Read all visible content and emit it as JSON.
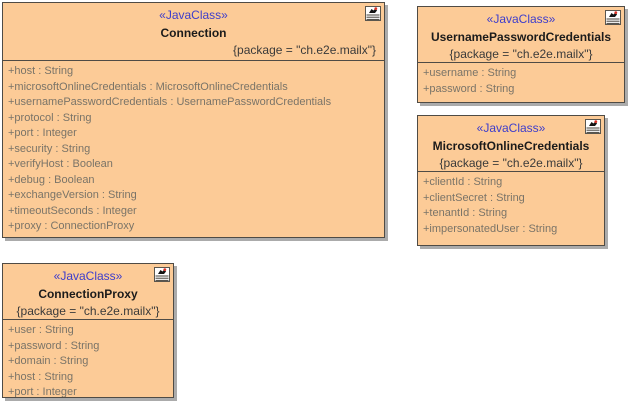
{
  "diagram": {
    "type": "uml-class-diagram",
    "colors": {
      "class_fill": "#FCCB97",
      "class_border": "#4F4B45",
      "drop_shadow": "#ABABAB",
      "stereotype_text": "#3D3DCC",
      "class_name_text": "#1B1B1B",
      "package_text": "#3A3A3A",
      "attribute_text": "#7A7468",
      "icon_accent_red": "#D93025"
    },
    "classes": [
      {
        "stereotype": "«JavaClass»",
        "name": "Connection",
        "package": "{package = \"ch.e2e.mailx\"}",
        "attributes": [
          "+host : String",
          "+microsoftOnlineCredentials : MicrosoftOnlineCredentials",
          "+usernamePasswordCredentials : UsernamePasswordCredentials",
          "+protocol : String",
          "+port : Integer",
          "+security : String",
          "+verifyHost : Boolean",
          "+debug : Boolean",
          "+exchangeVersion : String",
          "+timeoutSeconds : Integer",
          "+proxy : ConnectionProxy"
        ]
      },
      {
        "stereotype": "«JavaClass»",
        "name": "UsernamePasswordCredentials",
        "package": "{package = \"ch.e2e.mailx\"}",
        "attributes": [
          "+username : String",
          "+password : String"
        ]
      },
      {
        "stereotype": "«JavaClass»",
        "name": "MicrosoftOnlineCredentials",
        "package": "{package = \"ch.e2e.mailx\"}",
        "attributes": [
          "+clientId : String",
          "+clientSecret : String",
          "+tenantId : String",
          "+impersonatedUser : String"
        ]
      },
      {
        "stereotype": "«JavaClass»",
        "name": "ConnectionProxy",
        "package": "{package = \"ch.e2e.mailx\"}",
        "attributes": [
          "+user : String",
          "+password : String",
          "+domain : String",
          "+host : String",
          "+port : Integer"
        ]
      }
    ]
  }
}
